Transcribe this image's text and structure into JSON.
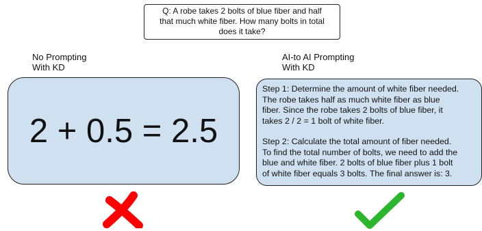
{
  "question": {
    "text": "Q: A robe takes 2 bolts of blue fiber and half\nthat much white fiber.  How many bolts in total\ndoes it take?"
  },
  "left_column": {
    "label": "No Prompting\nWith KD",
    "answer": "2 + 0.5 = 2.5",
    "verdict_icon": "red-cross-icon"
  },
  "right_column": {
    "label": "AI-to AI Prompting\nWith KD",
    "steps": [
      "Step 1: Determine the amount of white fiber needed.\nThe robe takes half as much white fiber as blue\nfiber. Since the robe takes 2 bolts of blue fiber, it\ntakes 2 / 2 = 1 bolt of white fiber.",
      "Step 2: Calculate the total amount of fiber needed.\nTo find the total number of bolts, we need to add the\nblue and white fiber. 2 bolts of blue fiber plus 1 bolt\nof white fiber equals 3 bolts. The final answer is: 3."
    ],
    "verdict_icon": "green-check-icon"
  },
  "colors": {
    "box_fill": "#cfe0f1",
    "border": "#222222",
    "cross": "#ff0000",
    "check": "#2db52d"
  }
}
